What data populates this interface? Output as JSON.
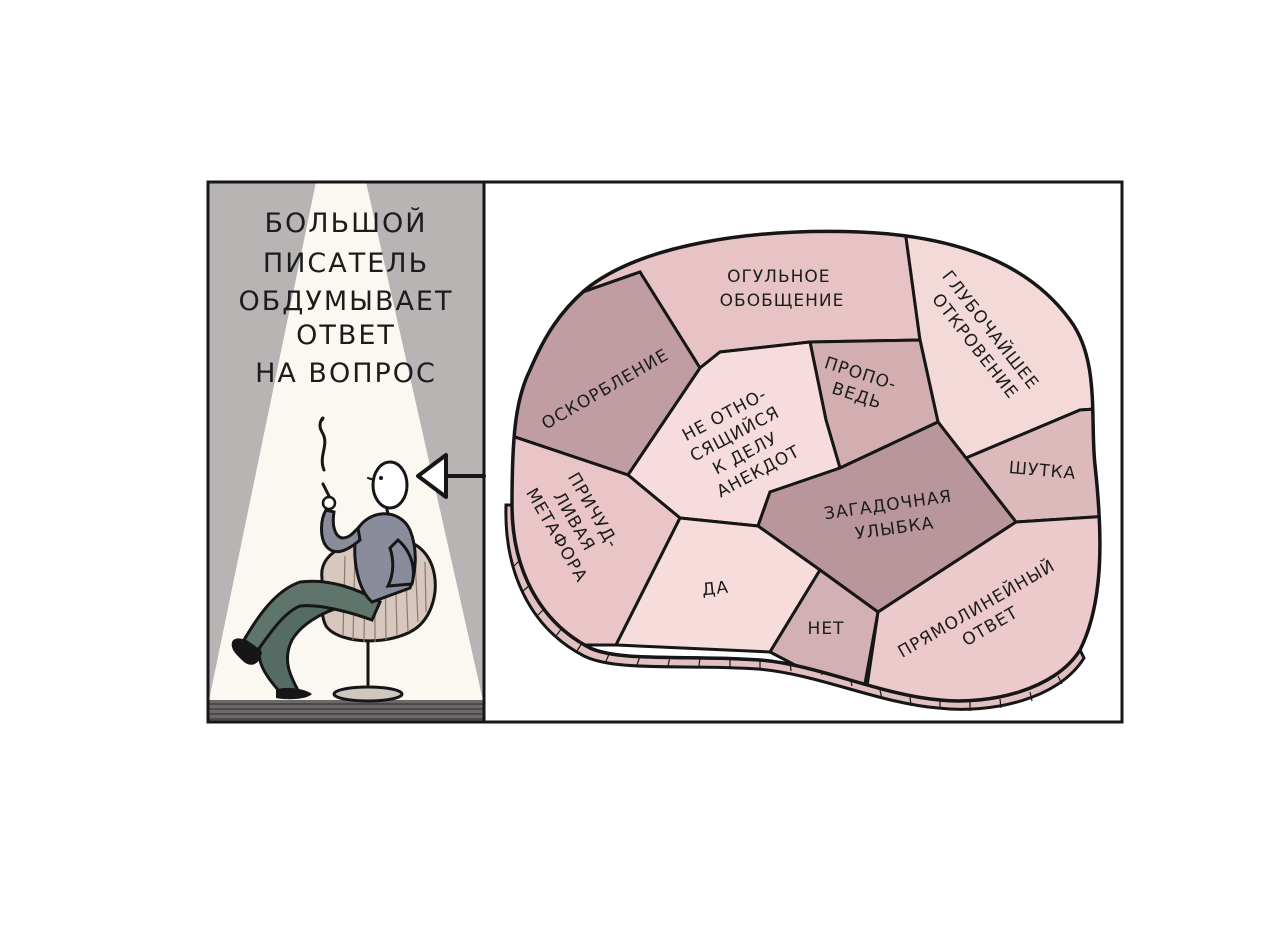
{
  "panel": {
    "title_lines": [
      "БОЛЬШОЙ",
      "ПИСАТЕЛЬ",
      "ОБДУМЫВАЕТ",
      "ОТВЕТ",
      "НА ВОПРОС"
    ]
  },
  "brain": {
    "regions": [
      {
        "id": "ogulnoe",
        "lines": [
          "ОГУЛЬНОЕ",
          "ОБОБЩЕНИЕ"
        ],
        "color": "#e8c3c5"
      },
      {
        "id": "glubochaishee",
        "lines": [
          "ГЛУБОЧАЙШЕЕ",
          "ОТКРОВЕНИЕ"
        ],
        "color": "#f4d9d9"
      },
      {
        "id": "oskorblenie",
        "lines": [
          "ОСКОРБЛЕНИЕ"
        ],
        "color": "#c09da2"
      },
      {
        "id": "propoved",
        "lines": [
          "ПРОПО-",
          "ВЕДЬ"
        ],
        "color": "#d2aeb1"
      },
      {
        "id": "anekdot",
        "lines": [
          "НЕ ОТНО-",
          "СЯЩИЙСЯ",
          "К ДЕЛУ",
          "АНЕКДОТ"
        ],
        "color": "#f6dcdc"
      },
      {
        "id": "shutka",
        "lines": [
          "ШУТКА"
        ],
        "color": "#dcbabc"
      },
      {
        "id": "ulybka",
        "lines": [
          "ЗАГАДОЧНАЯ",
          "УЛЫБКА"
        ],
        "color": "#b8969b"
      },
      {
        "id": "metafora",
        "lines": [
          "ПРИЧУД-",
          "ЛИВАЯ",
          "МЕТАФОРА"
        ],
        "color": "#e9c5c7"
      },
      {
        "id": "da",
        "lines": [
          "ДА"
        ],
        "color": "#f7dcdc"
      },
      {
        "id": "net",
        "lines": [
          "НЕТ"
        ],
        "color": "#d2b0b3"
      },
      {
        "id": "pryamolineyny",
        "lines": [
          "ПРЯМОЛИНЕЙНЫЙ",
          "ОТВЕТ"
        ],
        "color": "#ecc9cb"
      }
    ]
  },
  "colors": {
    "ink": "#161616",
    "backdrop_gray": "#b8b4b4",
    "spotlight": "#fbf8f2",
    "sweater": "#8a8c9c",
    "trousers": "#566b63",
    "chair": "#d7c7bd"
  }
}
